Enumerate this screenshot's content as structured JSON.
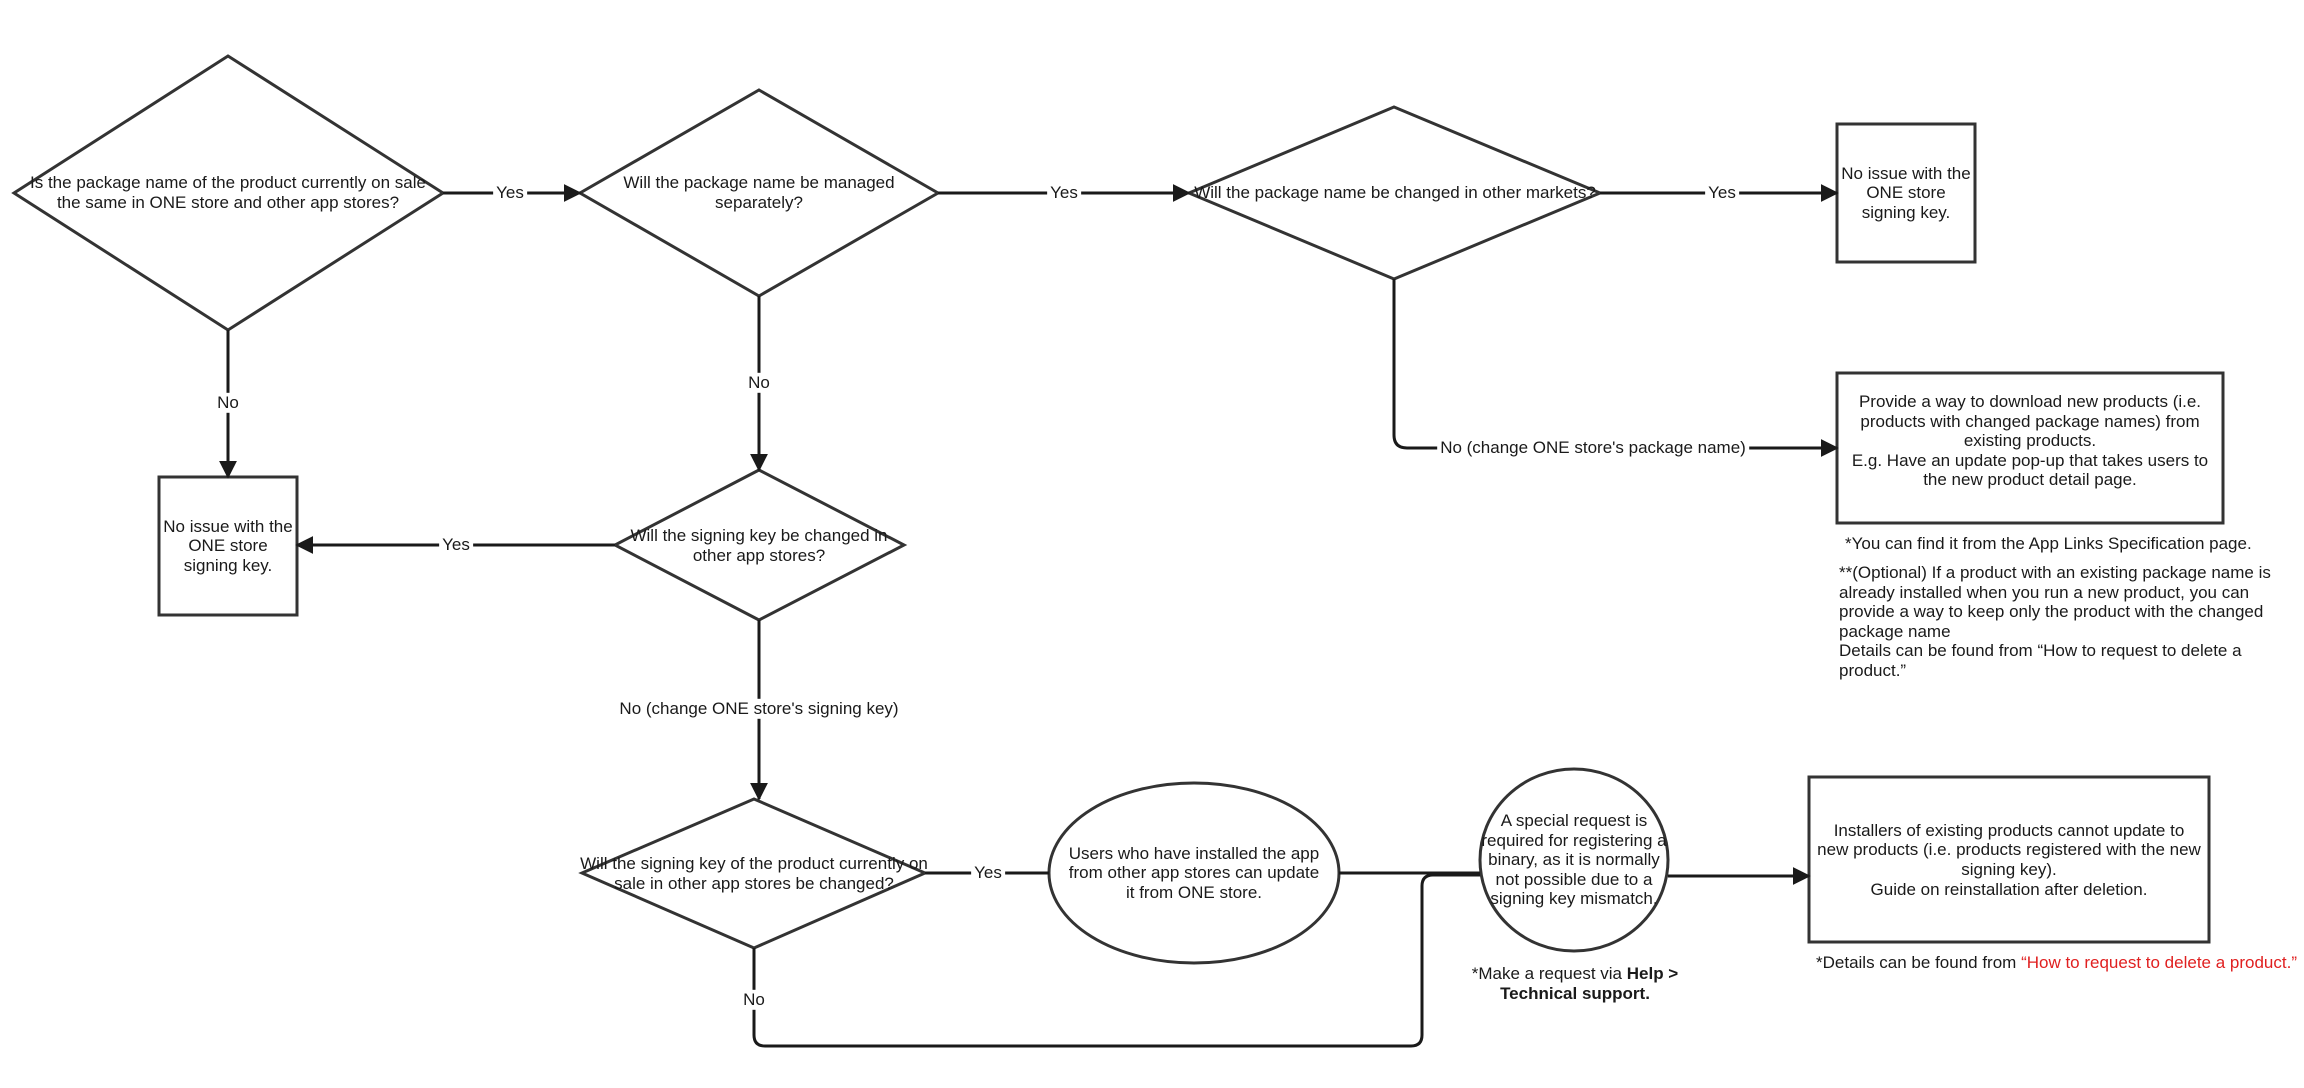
{
  "nodes": {
    "q1": "Is the package name of the product currently on sale the same in ONE store and other app stores?",
    "q2": "Will the package name be managed separately?",
    "q3": "Will the package name be changed in other markets?",
    "r1": "No issue with the ONE store signing key.",
    "r2": "Provide a way to download new products (i.e. products with changed package names) from existing products.\nE.g. Have an update pop-up that takes users to the new product detail page.",
    "r3": "No issue with the ONE store signing key.",
    "q4": "Will the signing key be changed in other app stores?",
    "q5": "Will the signing key of the product currently on sale in other app stores be changed?",
    "e1": "Users who have installed the app from other app stores can update it from ONE store.",
    "e2": "A special request is required for registering a binary, as it is normally not possible due to a signing key mismatch.",
    "r4": "Installers of existing products cannot update to new products (i.e. products registered with the new signing key).\nGuide on reinstallation after deletion."
  },
  "edge_labels": {
    "q1_q2": "Yes",
    "q2_q3": "Yes",
    "q3_r1": "Yes",
    "q3_r2": "No (change ONE store's package name)",
    "q1_r3": "No",
    "q2_q4": "No",
    "q4_r3": "Yes",
    "q4_q5": "No (change ONE store's signing key)",
    "q5_e1": "Yes",
    "q5_e2": "No"
  },
  "notes": {
    "applinks": "*You can find it from the App Links Specification page.",
    "optional": "**(Optional) If a product with an existing package name is already installed when you run a new product, you can provide a way to keep only the product with the changed package name\nDetails can be found from “How to request to delete a product.”",
    "request_prefix": "*Make a request via ",
    "request_bold_1": "Help >",
    "request_bold_2": "Technical support.",
    "details_prefix": "*Details can be found from ",
    "details_link": "“How to request to delete a product.”"
  },
  "colors": {
    "stroke": "#333333",
    "link": "#e02020"
  }
}
